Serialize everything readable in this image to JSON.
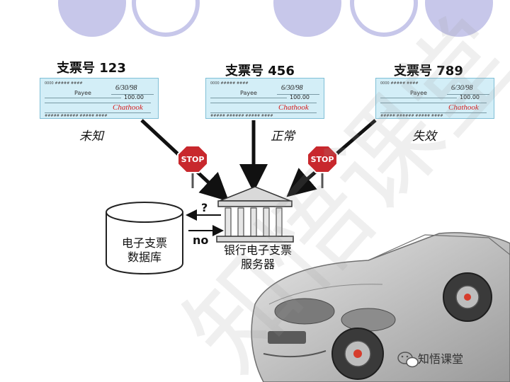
{
  "checks": [
    {
      "title": "支票号 123",
      "date": "6/30/98",
      "payee": "Payee",
      "amount": "100.00",
      "signature": "Chathook",
      "status": "未知"
    },
    {
      "title": "支票号 456",
      "date": "6/30/98",
      "payee": "Payee",
      "amount": "100.00",
      "signature": "Chathook",
      "status": "正常"
    },
    {
      "title": "支票号 789",
      "date": "6/30/98",
      "payee": "Payee",
      "amount": "100.00",
      "signature": "Chathook",
      "status": "失效"
    }
  ],
  "stop_sign": "STOP",
  "database": {
    "line1": "电子支票",
    "line2": "数据库"
  },
  "server": {
    "line1": "银行电子支票",
    "line2": "服务器"
  },
  "query_label": "?",
  "response_label": "no",
  "watermark": "知悟课堂",
  "logo": {
    "text": "知悟课堂",
    "icon": "wechat-icon"
  },
  "colors": {
    "deco": "#c7c7ea",
    "check_bg": "#d3eef7",
    "stop_red": "#c8282d"
  }
}
